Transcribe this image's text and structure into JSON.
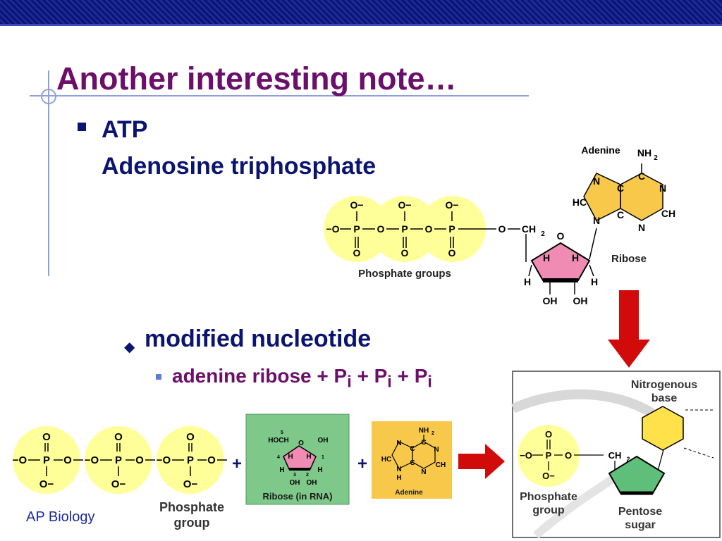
{
  "slide": {
    "title": "Another interesting note…",
    "bullet1_line1": "ATP",
    "bullet1_line2": "Adenosine triphosphate",
    "bullet2": "modified nucleotide",
    "bullet3_text": "adenine ribose + P",
    "bullet3_sub": "i",
    "plus_sep": " + ",
    "footer": "AP Biology"
  },
  "atp_diagram": {
    "adenine_label": "Adenine",
    "ribose_label": "Ribose",
    "phosphate_groups_label": "Phosphate groups",
    "nh2": "NH",
    "sub2": "2",
    "ch2": "CH",
    "o_minus": "O−",
    "minus_o": "−O",
    "p": "P",
    "o": "O",
    "n": "N",
    "c": "C",
    "hc": "HC",
    "ch": "CH",
    "h": "H",
    "oh": "OH"
  },
  "bottom_diagram": {
    "phosphate_group_label_line1": "Phosphate",
    "phosphate_group_label_line2": "group",
    "ribose_box_label": "Ribose (in RNA)",
    "adenine_box_label": "Adenine",
    "hoch2": "HOCH",
    "num5": "5",
    "num4": "4",
    "num3": "3",
    "num2": "2",
    "num1": "1",
    "plus": "+"
  },
  "nucleotide_panel": {
    "nitrogenous_base_line1": "Nitrogenous",
    "nitrogenous_base_line2": "base",
    "phosphate_group_line1": "Phosphate",
    "phosphate_group_line2": "group",
    "pentose_sugar_line1": "Pentose",
    "pentose_sugar_line2": "sugar"
  },
  "colors": {
    "title": "#6b0f6b",
    "text_blue": "#0b1470",
    "phosphate_yellow": "#ffff99",
    "adenine_orange": "#f7c84a",
    "ribose_pink": "#f08cb4",
    "ribose_box_green": "#7ec98a",
    "pentagon_green": "#5fbf7a",
    "hexagon_yellow": "#ffe14a",
    "arrow_red": "#d10a0a"
  }
}
